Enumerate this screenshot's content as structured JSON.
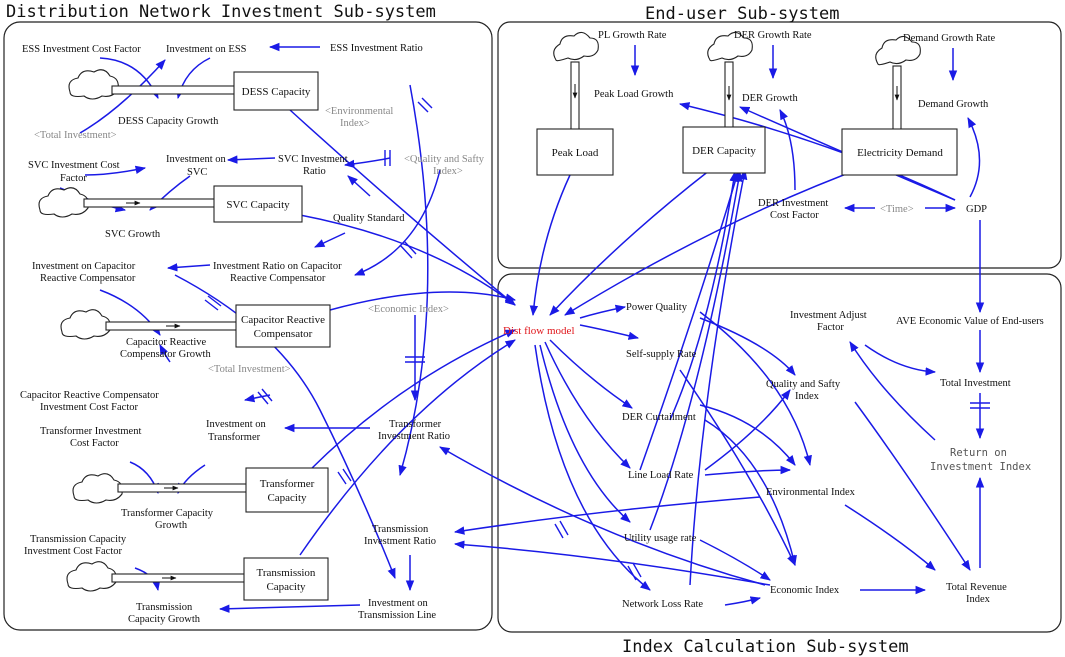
{
  "panels": {
    "distribution": "Distribution Network Investment Sub-system",
    "enduser": "End-user Sub-system",
    "index": "Index Calculation Sub-system"
  },
  "stocks": {
    "dess": "DESS Capacity",
    "svc": "SVC Capacity",
    "capacitor_l1": "Capacitor Reactive",
    "capacitor_l2": "Compensator",
    "transformer_l1": "Transformer",
    "transformer_l2": "Capacity",
    "transmission_l1": "Transmission",
    "transmission_l2": "Capacity",
    "peak_load": "Peak Load",
    "der": "DER Capacity",
    "electricity_demand": "Electricity Demand"
  },
  "labels": {
    "ess_cost_factor": "ESS Investment Cost Factor",
    "investment_on_ess": "Investment on ESS",
    "ess_investment_ratio": "ESS Investment Ratio",
    "dess_growth": "DESS Capacity Growth",
    "total_investment_1": "<Total Investment>",
    "environmental_index_shadow_l1": "<Environmental",
    "environmental_index_shadow_l2": "Index>",
    "svc_cost_factor_l1": "SVC Investment Cost",
    "svc_cost_factor_l2": "Factor",
    "investment_on_svc_l1": "Investment on",
    "investment_on_svc_l2": "SVC",
    "svc_investment_ratio_l1": "SVC Investment",
    "svc_investment_ratio_l2": "Ratio",
    "quality_safety_shadow_l1": "<Quality and Safty",
    "quality_safety_shadow_l2": "Index>",
    "svc_growth": "SVC Growth",
    "quality_standard": "Quality Standard",
    "inv_on_capacitor_l1": "Investment on Capacitor",
    "inv_on_capacitor_l2": "Reactive Compensator",
    "inv_ratio_capacitor_l1": "Investment Ratio on Capacitor",
    "inv_ratio_capacitor_l2": "Reactive Compensator",
    "economic_index_shadow": "<Economic Index>",
    "capacitor_growth_l1": "Capacitor Reactive",
    "capacitor_growth_l2": "Compensator Growth",
    "total_investment_2": "<Total Investment>",
    "capacitor_cost_factor_l1": "Capacitor Reactive Compensator",
    "capacitor_cost_factor_l2": "Investment Cost Factor",
    "transformer_cost_factor_l1": "Transformer Investment",
    "transformer_cost_factor_l2": "Cost Factor",
    "investment_on_transformer_l1": "Investment on",
    "investment_on_transformer_l2": "Transformer",
    "transformer_ratio_l1": "Transformer",
    "transformer_ratio_l2": "Investment Ratio",
    "transformer_growth_l1": "Transformer Capacity",
    "transformer_growth_l2": "Growth",
    "transmission_cost_factor_l1": "Transmission Capacity",
    "transmission_cost_factor_l2": "Investment Cost Factor",
    "transmission_ratio_l1": "Transmission",
    "transmission_ratio_l2": "Investment Ratio",
    "transmission_growth_l1": "Transmission",
    "transmission_growth_l2": "Capacity Growth",
    "investment_on_transmission_l1": "Investment on",
    "investment_on_transmission_l2": "Transmission Line",
    "pl_growth_rate": "PL Growth Rate",
    "der_growth_rate": "DER Growth Rate",
    "demand_growth_rate": "Demand Growth Rate",
    "peak_load_growth": "Peak Load Growth",
    "der_growth": "DER Growth",
    "demand_growth": "Demand Growth",
    "der_inv_cost_factor_l1": "DER Investment",
    "der_inv_cost_factor_l2": "Cost Factor",
    "time_shadow": "<Time>",
    "gdp": "GDP",
    "dist_flow_model": "Dist flow model",
    "power_quality": "Power Quality",
    "self_supply_rate": "Self-supply Rate",
    "der_curtailment": "DER Curtailment",
    "line_load_rate": "Line Load Rate",
    "utility_usage_rate": "Utility usage rate",
    "network_loss_rate": "Network Loss Rate",
    "investment_adjust_factor_l1": "Investment Adjust",
    "investment_adjust_factor_l2": "Factor",
    "ave_economic_value": "AVE Economic Value of End-users",
    "quality_safety_index_l1": "Quality and Safty",
    "quality_safety_index_l2": "Index",
    "total_investment": "Total Investment",
    "roi_index_l1": "Return on",
    "roi_index_l2": "Investment Index",
    "environmental_index": "Environmental Index",
    "economic_index": "Economic Index",
    "total_revenue_l1": "Total Revenue",
    "total_revenue_l2": "Index"
  },
  "colors": {
    "link": "#1a1ae6",
    "highlight": "#e0161b",
    "shadow_variable": "#888888"
  }
}
